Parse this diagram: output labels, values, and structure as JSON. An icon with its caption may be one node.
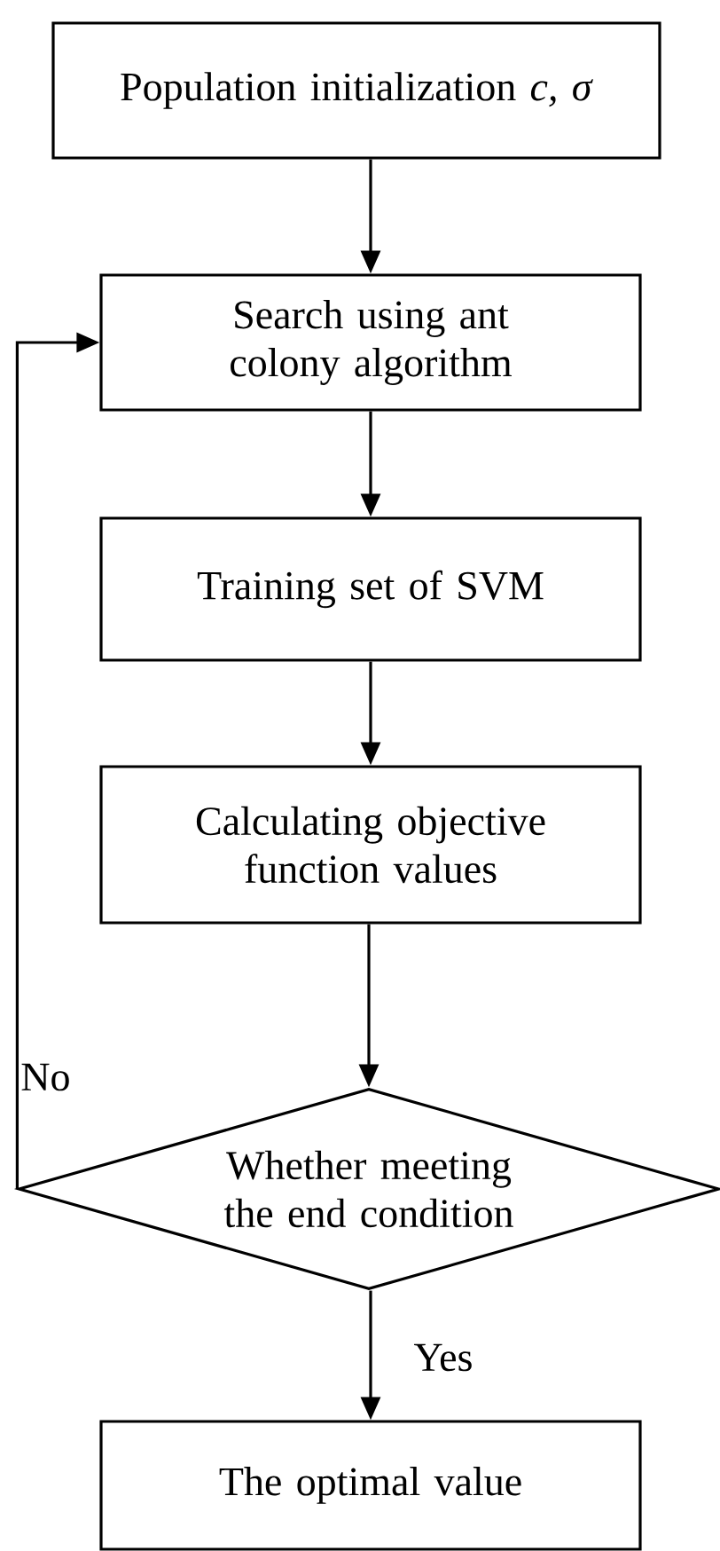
{
  "diagram": {
    "nodes": [
      {
        "text": [
          "Population initialization *c, σ*"
        ]
      },
      {
        "text": [
          "Search using ant colony algorithm"
        ]
      },
      {
        "text": [
          "Training set of SVM"
        ]
      },
      {
        "text": [
          "Calculating objective function values"
        ]
      },
      {
        "text": [
          "Whether meeting the end condition"
        ]
      },
      {
        "text": [
          "The optimal value"
        ]
      }
    ],
    "edges": [
      {
        "from": 0,
        "to": 1,
        "arrow": "to"
      },
      {
        "from": 1,
        "to": 2,
        "arrow": "to"
      },
      {
        "from": 2,
        "to": 3,
        "arrow": "to"
      },
      {
        "from": 3,
        "to": 4,
        "arrow": "to"
      },
      {
        "from": 4,
        "to": 1,
        "arrow": "to",
        "label": "No"
      },
      {
        "from": 4,
        "to": 5,
        "arrow": "to",
        "label": "Yes"
      }
    ]
  }
}
